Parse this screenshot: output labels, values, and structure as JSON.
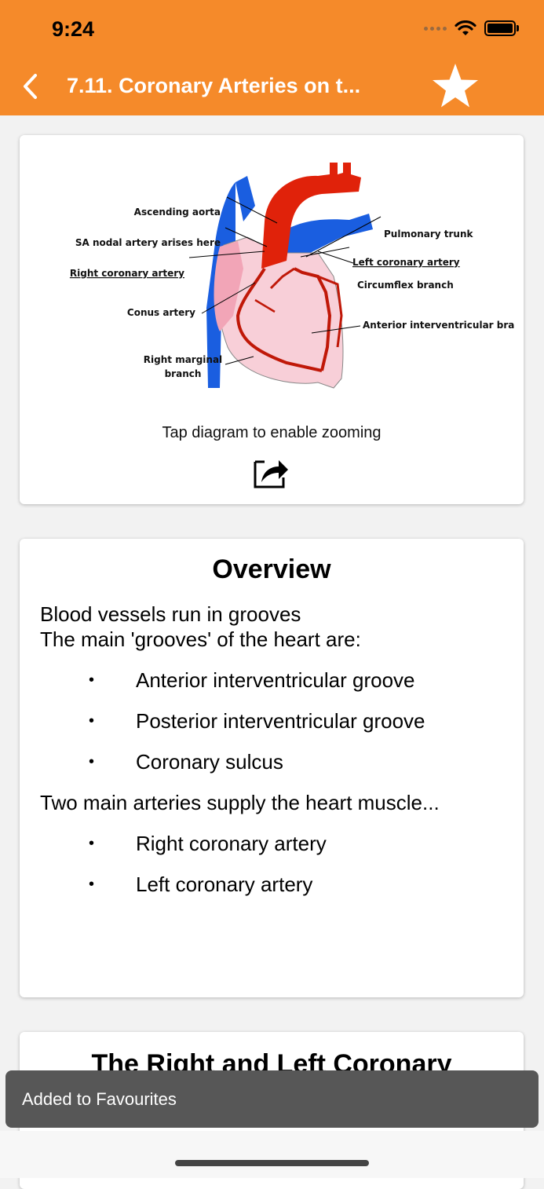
{
  "status": {
    "time": "9:24"
  },
  "nav": {
    "title": "7.11. Coronary Arteries on t...",
    "back_icon": "chevron-left-icon",
    "favourite_icon": "star-icon"
  },
  "diagram": {
    "labels": {
      "ascending_aorta": "Ascending aorta",
      "sa_nodal": "SA nodal artery arises here",
      "right_coronary": "Right coronary artery",
      "conus": "Conus artery",
      "right_marginal_1": "Right marginal",
      "right_marginal_2": "branch",
      "pulmonary_trunk": "Pulmonary trunk",
      "left_coronary": "Left coronary artery",
      "circumflex": "Circumflex branch",
      "anterior_iv": "Anterior interventricular branch"
    },
    "caption": "Tap diagram to enable zooming",
    "share_icon": "share-icon"
  },
  "overview": {
    "title": "Overview",
    "line1": "Blood vessels run in grooves",
    "line2": "The main 'grooves' of the heart are:",
    "grooves": [
      "Anterior interventricular groove",
      "Posterior interventricular groove",
      "Coronary sulcus"
    ],
    "line3": "Two main arteries supply the heart muscle...",
    "arteries": [
      "Right coronary artery",
      "Left coronary artery"
    ],
    "bullet": "•"
  },
  "next_section": {
    "title": "The Right and Left Coronary"
  },
  "toast": {
    "message": "Added to Favourites"
  },
  "colors": {
    "header": "#f58a2a",
    "artery_red": "#e0220a",
    "vein_blue": "#1a5ee0",
    "heart_pink": "#f8cfd8"
  }
}
